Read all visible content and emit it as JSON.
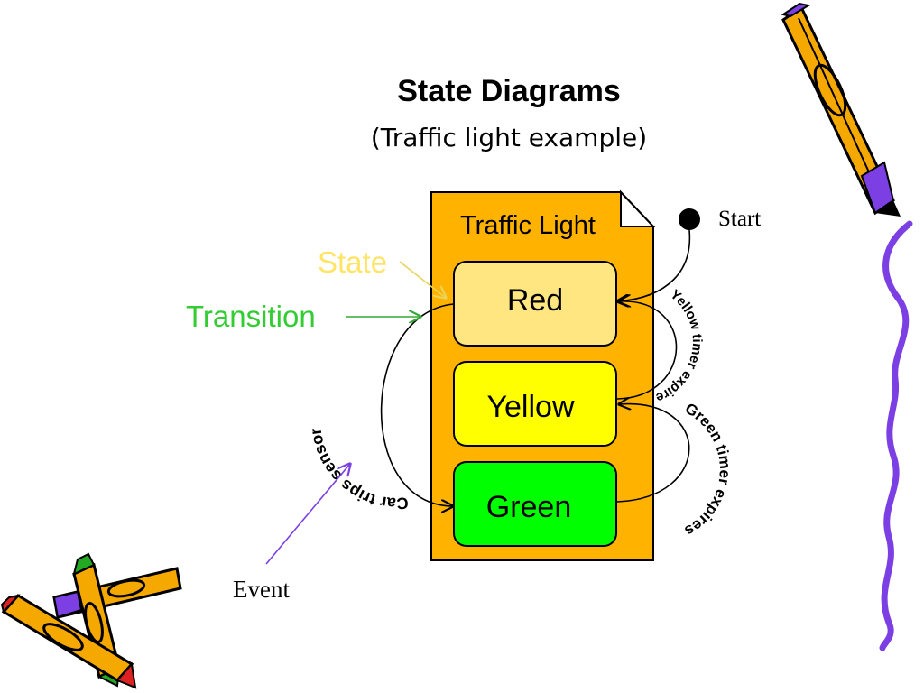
{
  "slide": {
    "title": "State Diagrams",
    "subtitle": "(Traffic light example)"
  },
  "diagram": {
    "container_label": "Traffic Light",
    "states": [
      {
        "label": "Red",
        "fill": "#ffe680"
      },
      {
        "label": "Yellow",
        "fill": "#ffff00"
      },
      {
        "label": "Green",
        "fill": "#00ff00"
      }
    ],
    "start_label": "Start",
    "transitions": {
      "yellow_to_red": "Yellow timer expires",
      "green_to_yellow": "Green timer expires",
      "red_to_green": "Car trips sensor"
    },
    "callouts": {
      "state": "State",
      "transition": "Transition",
      "event": "Event"
    },
    "colors": {
      "container": "#ffb300",
      "state_callout": "#ffe466",
      "transition_callout": "#33cc33",
      "event_arrow": "#7b3fe4",
      "pencil_body": "#f5a800",
      "squiggle": "#7b3fe4"
    }
  }
}
